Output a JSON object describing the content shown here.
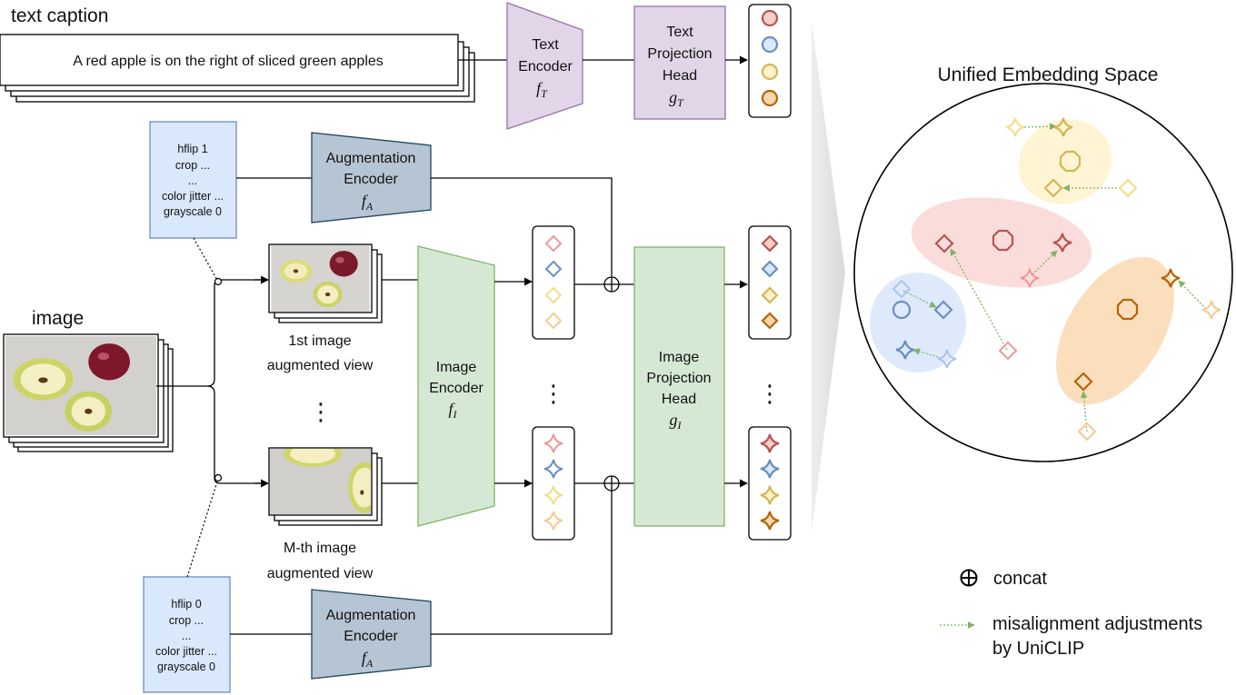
{
  "colors": {
    "purple_fill": "#e1d5e7",
    "purple_stroke": "#9673a6",
    "green_fill": "#d5e8d4",
    "green_stroke": "#82b366",
    "slate_fill": "#b6c5d3",
    "slate_stroke": "#23445d",
    "blue_fill": "#dae8fc",
    "blue_stroke": "#6c8ebf",
    "red": "#b85450",
    "blue": "#6c8ebf",
    "yellow": "#d6b656",
    "orange": "#b46504",
    "red_light": "#ea9a98",
    "blue_light": "#a9c4eb",
    "yellow_light": "#f5dc85",
    "orange_light": "#f8c98f",
    "arrow_green": "#82b366"
  },
  "text_caption": {
    "label": "text caption",
    "sentence": "A red apple is on the right of sliced green apples"
  },
  "text_encoder": {
    "line1": "Text",
    "line2": "Encoder",
    "symbol": "f",
    "sub": "T"
  },
  "text_projection": {
    "line1": "Text",
    "line2": "Projection",
    "line3": "Head",
    "symbol": "g",
    "sub": "T"
  },
  "aug_params_1": [
    "hflip 1",
    "crop ...",
    "...",
    "color jitter ...",
    "grayscale 0"
  ],
  "aug_params_2": [
    "hflip 0",
    "crop ...",
    "...",
    "color jitter ...",
    "grayscale 0"
  ],
  "aug_encoder": {
    "line1": "Augmentation",
    "line2": "Encoder",
    "symbol": "f",
    "sub": "A"
  },
  "image": {
    "label": "image"
  },
  "view_1": {
    "line1": "1st image",
    "line2": "augmented view"
  },
  "view_m": {
    "line1": "M-th image",
    "line2": "augmented view"
  },
  "image_encoder": {
    "line1": "Image",
    "line2": "Encoder",
    "symbol": "f",
    "sub": "I"
  },
  "image_projection": {
    "line1": "Image",
    "line2": "Projection",
    "line3": "Head",
    "symbol": "g",
    "sub": "I"
  },
  "ellipsis": "⋮",
  "embedding_space": {
    "title": "Unified Embedding Space"
  },
  "legend": {
    "concat": "concat",
    "misalign_line1": "misalignment adjustments",
    "misalign_line2": "by UniCLIP"
  }
}
